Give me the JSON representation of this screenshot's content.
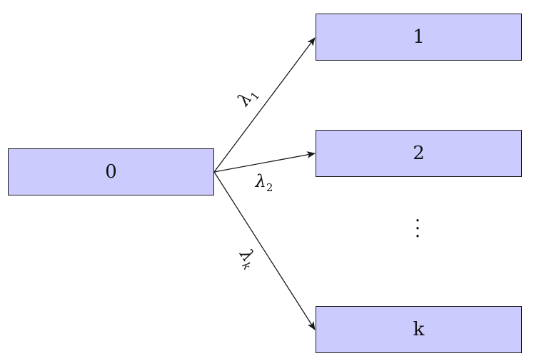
{
  "nodes": {
    "source": "0",
    "target_1": "1",
    "target_2": "2",
    "target_k": "k"
  },
  "edges": {
    "to_1": {
      "base": "λ",
      "sub": "1"
    },
    "to_2": {
      "base": "λ",
      "sub": "2"
    },
    "to_k": {
      "base": "λ",
      "sub": "k"
    }
  },
  "colors": {
    "node_fill": "#cccbfe",
    "stroke": "#1a1a1a"
  }
}
